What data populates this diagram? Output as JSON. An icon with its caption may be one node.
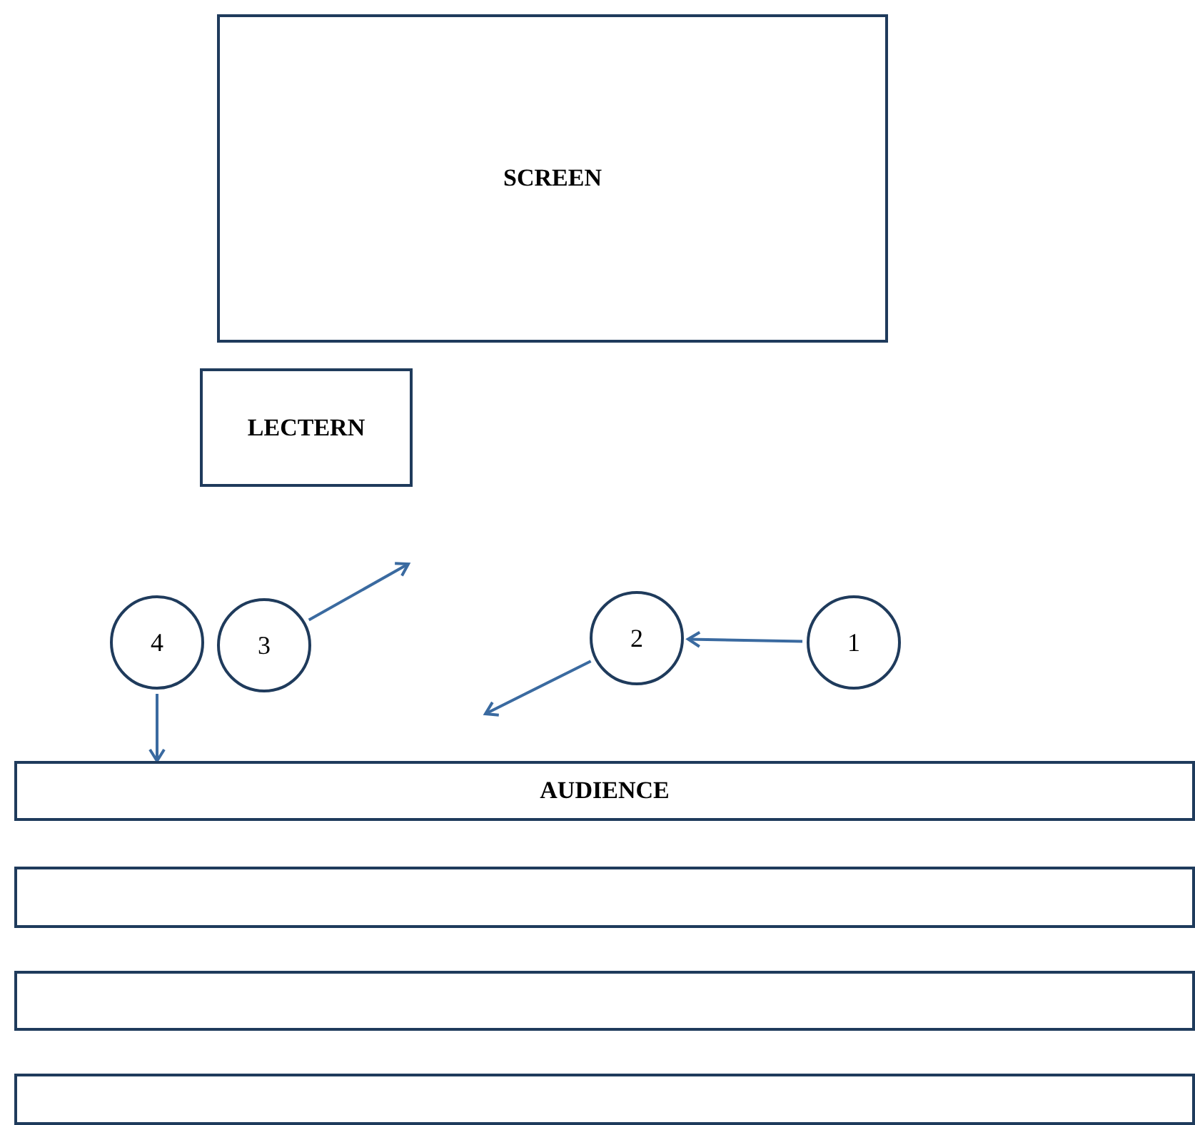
{
  "diagram": {
    "nodes": [
      {
        "text": [
          "SCREEN"
        ]
      },
      {
        "text": [
          "LECTERN"
        ]
      },
      {
        "text": [
          "4"
        ]
      },
      {
        "text": [
          "3"
        ]
      },
      {
        "text": [
          "2"
        ]
      },
      {
        "text": [
          "1"
        ]
      },
      {
        "text": [
          "AUDIENCE"
        ]
      },
      {
        "text": [],
        "shape": "bar"
      },
      {
        "text": [],
        "shape": "bar"
      },
      {
        "text": [],
        "shape": "bar"
      }
    ],
    "edges": [
      {
        "from": 5,
        "to": 4,
        "arrow": "to"
      },
      {
        "from": 4,
        "to": null,
        "arrow": "to"
      },
      {
        "from": 3,
        "to": null,
        "arrow": "to"
      },
      {
        "from": 2,
        "to": 6,
        "arrow": "to"
      }
    ]
  }
}
